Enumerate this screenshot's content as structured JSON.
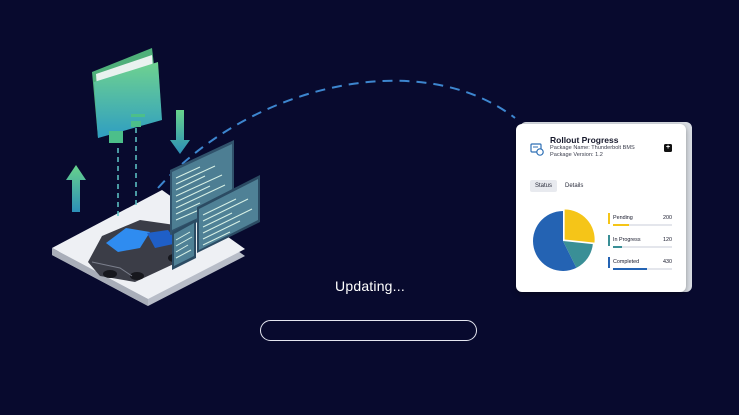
{
  "status": {
    "updating_label": "Updating...",
    "progress": 0
  },
  "rollout_card": {
    "title": "Rollout Progress",
    "package_name": "Package Name: Thunderbolt BMS",
    "package_version": "Package Version: 1.2",
    "add_label": "+",
    "tabs": [
      {
        "label": "Status",
        "active": true
      },
      {
        "label": "Details",
        "active": false
      }
    ],
    "legend": [
      {
        "label": "Pending",
        "value": "200",
        "color": "#f5c518",
        "fill": 0.27
      },
      {
        "label": "In Progress",
        "value": "120",
        "color": "#3a8f96",
        "fill": 0.16
      },
      {
        "label": "Completed",
        "value": "430",
        "color": "#2463b3",
        "fill": 0.57
      }
    ]
  },
  "chart_data": {
    "type": "pie",
    "categories": [
      "Pending",
      "In Progress",
      "Completed"
    ],
    "values": [
      200,
      120,
      430
    ],
    "colors": [
      "#f5c518",
      "#3a8f96",
      "#2463b3"
    ],
    "title": "Rollout Progress"
  },
  "colors": {
    "background": "#080a2e",
    "accent_blue": "#2f7fd1",
    "accent_green": "#5cc99a"
  }
}
